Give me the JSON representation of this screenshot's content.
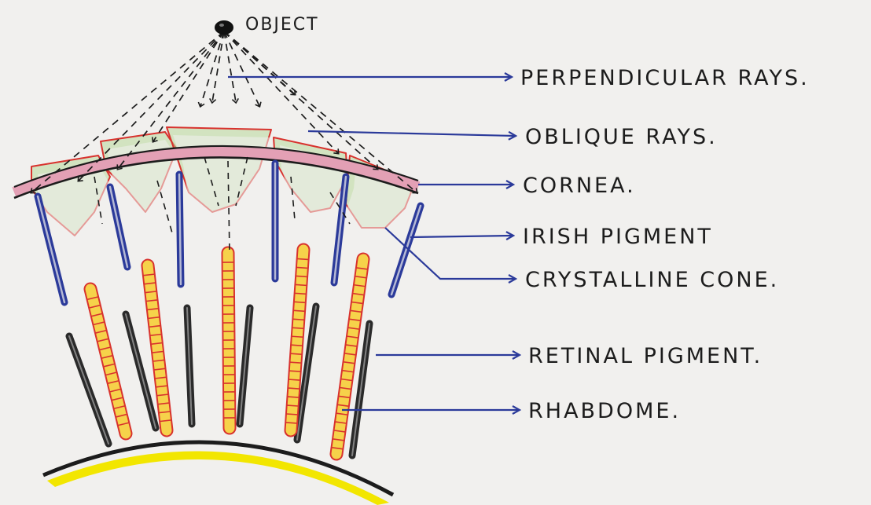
{
  "diagram": {
    "object_label": "OBJECT",
    "labels": [
      {
        "id": "perpendicular-rays",
        "text": "PERPENDICULAR RAYS."
      },
      {
        "id": "oblique-rays",
        "text": "OBLIQUE RAYS."
      },
      {
        "id": "cornea",
        "text": "CORNEA."
      },
      {
        "id": "irish-pigment",
        "text": "IRISH PIGMENT"
      },
      {
        "id": "crystalline-cone",
        "text": "CRYSTALLINE CONE."
      },
      {
        "id": "retinal-pigment",
        "text": "RETINAL PIGMENT."
      },
      {
        "id": "rhabdome",
        "text": "RHABDOME."
      }
    ]
  },
  "colors": {
    "outline_red": "#d8322e",
    "cone_fill_green": "#b8d89a",
    "cornea_pink": "#e3a0b5",
    "iris_pigment_blue": "#2b3a9a",
    "pointer_blue": "#2b3a9a",
    "rhabdome_yellow": "#f6d24a",
    "retinal_pigment_black": "#2a2a2a",
    "basement_yellow": "#f2e600",
    "ink_black": "#1c1c1c"
  }
}
